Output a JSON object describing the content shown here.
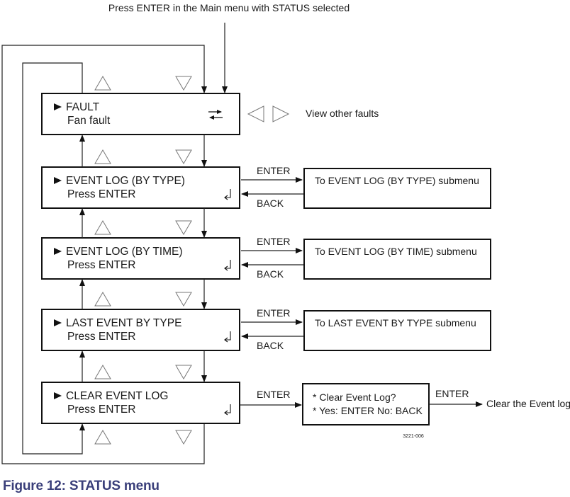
{
  "diagram": {
    "entry_label": "Press ENTER in the Main menu with STATUS selected",
    "menu_items": [
      {
        "title": "FAULT",
        "subtitle": "Fan fault",
        "right_icon": "swap-arrows-icon"
      },
      {
        "title": "EVENT LOG (BY TYPE)",
        "subtitle": "Press ENTER",
        "right_icon": "enter-return-icon"
      },
      {
        "title": "EVENT LOG (BY TIME)",
        "subtitle": "Press ENTER",
        "right_icon": "enter-return-icon"
      },
      {
        "title": "LAST EVENT BY TYPE",
        "subtitle": "Press ENTER",
        "right_icon": "enter-return-icon"
      },
      {
        "title": "CLEAR EVENT LOG",
        "subtitle": "Press ENTER",
        "right_icon": "enter-return-icon"
      }
    ],
    "fault_nav_label": "View other faults",
    "enter_label": "ENTER",
    "back_label": "BACK",
    "submenus": [
      {
        "text": "To EVENT LOG (BY TYPE)  submenu"
      },
      {
        "text": "To EVENT LOG (BY TIME)  submenu"
      },
      {
        "text": "To LAST EVENT BY TYPE submenu"
      }
    ],
    "confirm_box": {
      "line1": "* Clear Event Log?",
      "line2": "* Yes: ENTER  No: BACK"
    },
    "final_action": "Clear the Event log",
    "figure_id": "3221-006"
  },
  "caption": "Figure 12: STATUS menu"
}
